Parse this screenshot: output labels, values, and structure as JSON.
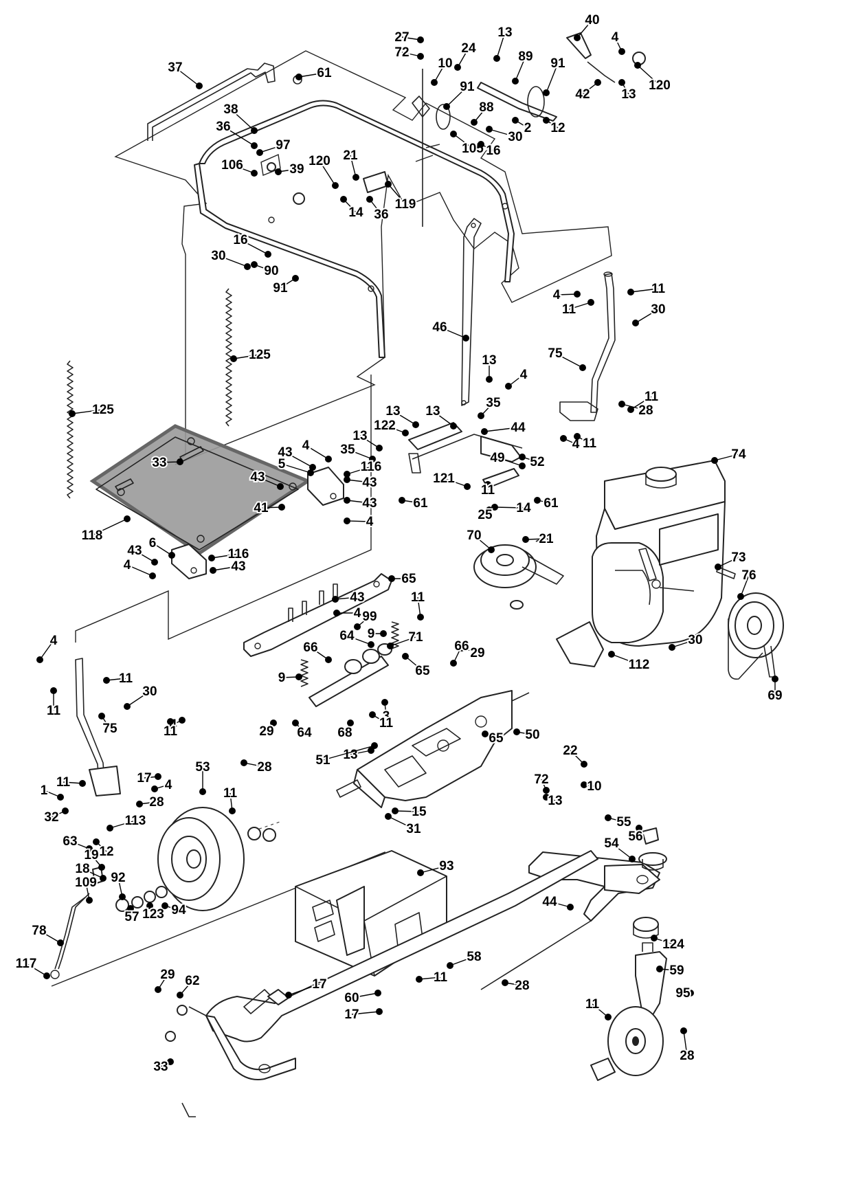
{
  "diagram": {
    "type": "exploded-parts-diagram",
    "highlight_color": "#9a9a9a",
    "callouts": [
      {
        "label": "27"
      },
      {
        "label": "72"
      },
      {
        "label": "13"
      },
      {
        "label": "40"
      },
      {
        "label": "4"
      },
      {
        "label": "37"
      },
      {
        "label": "61"
      },
      {
        "label": "10"
      },
      {
        "label": "24"
      },
      {
        "label": "89"
      },
      {
        "label": "91"
      },
      {
        "label": "120"
      },
      {
        "label": "42"
      },
      {
        "label": "13"
      },
      {
        "label": "91"
      },
      {
        "label": "38"
      },
      {
        "label": "88"
      },
      {
        "label": "2"
      },
      {
        "label": "12"
      },
      {
        "label": "36"
      },
      {
        "label": "30"
      },
      {
        "label": "97"
      },
      {
        "label": "105"
      },
      {
        "label": "16"
      },
      {
        "label": "106"
      },
      {
        "label": "39"
      },
      {
        "label": "120"
      },
      {
        "label": "21"
      },
      {
        "label": "119"
      },
      {
        "label": "14"
      },
      {
        "label": "36"
      },
      {
        "label": "16"
      },
      {
        "label": "30"
      },
      {
        "label": "90"
      },
      {
        "label": "91"
      },
      {
        "label": "4"
      },
      {
        "label": "11"
      },
      {
        "label": "11"
      },
      {
        "label": "30"
      },
      {
        "label": "125"
      },
      {
        "label": "46"
      },
      {
        "label": "125"
      },
      {
        "label": "13"
      },
      {
        "label": "4"
      },
      {
        "label": "75"
      },
      {
        "label": "13"
      },
      {
        "label": "13"
      },
      {
        "label": "35"
      },
      {
        "label": "28"
      },
      {
        "label": "11"
      },
      {
        "label": "122"
      },
      {
        "label": "44"
      },
      {
        "label": "4"
      },
      {
        "label": "11"
      },
      {
        "label": "13"
      },
      {
        "label": "4"
      },
      {
        "label": "35"
      },
      {
        "label": "74"
      },
      {
        "label": "33"
      },
      {
        "label": "43"
      },
      {
        "label": "5"
      },
      {
        "label": "116"
      },
      {
        "label": "49"
      },
      {
        "label": "52"
      },
      {
        "label": "43"
      },
      {
        "label": "43"
      },
      {
        "label": "121"
      },
      {
        "label": "11"
      },
      {
        "label": "14"
      },
      {
        "label": "61"
      },
      {
        "label": "61"
      },
      {
        "label": "25"
      },
      {
        "label": "43"
      },
      {
        "label": "41"
      },
      {
        "label": "4"
      },
      {
        "label": "118"
      },
      {
        "label": "21"
      },
      {
        "label": "73"
      },
      {
        "label": "6"
      },
      {
        "label": "116"
      },
      {
        "label": "70"
      },
      {
        "label": "76"
      },
      {
        "label": "43"
      },
      {
        "label": "43"
      },
      {
        "label": "4"
      },
      {
        "label": "43"
      },
      {
        "label": "4"
      },
      {
        "label": "65"
      },
      {
        "label": "11"
      },
      {
        "label": "99"
      },
      {
        "label": "9"
      },
      {
        "label": "29"
      },
      {
        "label": "71"
      },
      {
        "label": "66"
      },
      {
        "label": "64"
      },
      {
        "label": "66"
      },
      {
        "label": "65"
      },
      {
        "label": "112"
      },
      {
        "label": "30"
      },
      {
        "label": "4"
      },
      {
        "label": "69"
      },
      {
        "label": "9"
      },
      {
        "label": "11"
      },
      {
        "label": "30"
      },
      {
        "label": "11"
      },
      {
        "label": "3"
      },
      {
        "label": "65"
      },
      {
        "label": "11"
      },
      {
        "label": "4"
      },
      {
        "label": "11"
      },
      {
        "label": "64"
      },
      {
        "label": "68"
      },
      {
        "label": "29"
      },
      {
        "label": "75"
      },
      {
        "label": "50"
      },
      {
        "label": "28"
      },
      {
        "label": "13"
      },
      {
        "label": "53"
      },
      {
        "label": "22"
      },
      {
        "label": "51"
      },
      {
        "label": "72"
      },
      {
        "label": "10"
      },
      {
        "label": "4"
      },
      {
        "label": "11"
      },
      {
        "label": "17"
      },
      {
        "label": "11"
      },
      {
        "label": "28"
      },
      {
        "label": "1"
      },
      {
        "label": "13"
      },
      {
        "label": "31"
      },
      {
        "label": "55"
      },
      {
        "label": "113"
      },
      {
        "label": "32"
      },
      {
        "label": "15"
      },
      {
        "label": "12"
      },
      {
        "label": "56"
      },
      {
        "label": "54"
      },
      {
        "label": "63"
      },
      {
        "label": "19"
      },
      {
        "label": "18"
      },
      {
        "label": "109"
      },
      {
        "label": "92"
      },
      {
        "label": "93"
      },
      {
        "label": "57"
      },
      {
        "label": "123"
      },
      {
        "label": "94"
      },
      {
        "label": "44"
      },
      {
        "label": "124"
      },
      {
        "label": "78"
      },
      {
        "label": "58"
      },
      {
        "label": "59"
      },
      {
        "label": "117"
      },
      {
        "label": "11"
      },
      {
        "label": "28"
      },
      {
        "label": "29"
      },
      {
        "label": "62"
      },
      {
        "label": "17"
      },
      {
        "label": "60"
      },
      {
        "label": "95"
      },
      {
        "label": "17"
      },
      {
        "label": "11"
      },
      {
        "label": "28"
      },
      {
        "label": "33"
      }
    ]
  }
}
